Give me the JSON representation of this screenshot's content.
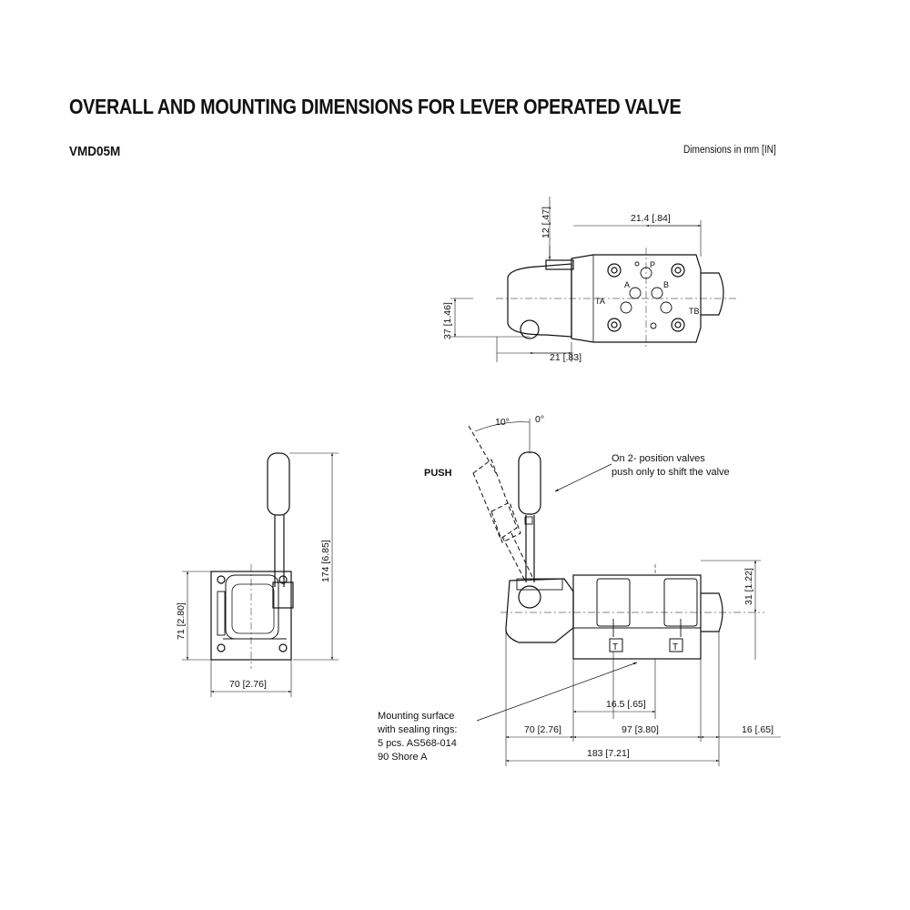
{
  "header": {
    "title": "OVERALL AND MOUNTING DIMENSIONS FOR LEVER OPERATED VALVE",
    "model": "VMD05M",
    "units_note": "Dimensions in mm [IN]"
  },
  "top_view": {
    "dims": {
      "d12": "12 [.47]",
      "d21_4": "21.4 [.84]",
      "d37": "37 [1.46]",
      "d21": "21 [.83]"
    },
    "ports": {
      "p": "P",
      "a": "A",
      "b": "B",
      "ta": "TA",
      "tb": "TB"
    }
  },
  "left_view": {
    "dims": {
      "d174": "174 [6.85]",
      "d71": "71 [2.80]",
      "d70": "70 [2.76]"
    }
  },
  "side_view": {
    "angles": {
      "a10": "10°",
      "a0": "0°"
    },
    "push_label": "PUSH",
    "note_2pos": [
      "On 2- position valves",
      "push only to shift the valve"
    ],
    "mount_note": [
      "Mounting surface",
      "with sealing rings:",
      "5 pcs. AS568-014",
      "90 Shore A"
    ],
    "dims": {
      "d31": "31 [1.22]",
      "d16_5": "16.5 [.65]",
      "d70": "70 [2.76]",
      "d97": "97 [3.80]",
      "d16": "16 [.65]",
      "d183": "183 [7.21]"
    }
  }
}
